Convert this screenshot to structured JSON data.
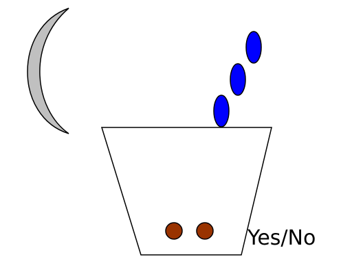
{
  "answer_label": "Yes/No",
  "moon": {
    "icon": "crescent-moon-icon",
    "fill_color": "#c0c0c0",
    "stroke_color": "#000000"
  },
  "cup": {
    "icon": "cup-icon",
    "fill_color": "#ffffff",
    "stroke_color": "#000000"
  },
  "falling_items": {
    "icon": "blue-oval-icon",
    "count": 3,
    "fill_color": "#0000ff",
    "stroke_color": "#000000"
  },
  "items_in_cup": {
    "icon": "brown-circle-icon",
    "count": 2,
    "fill_color": "#993300",
    "stroke_color": "#000000"
  }
}
